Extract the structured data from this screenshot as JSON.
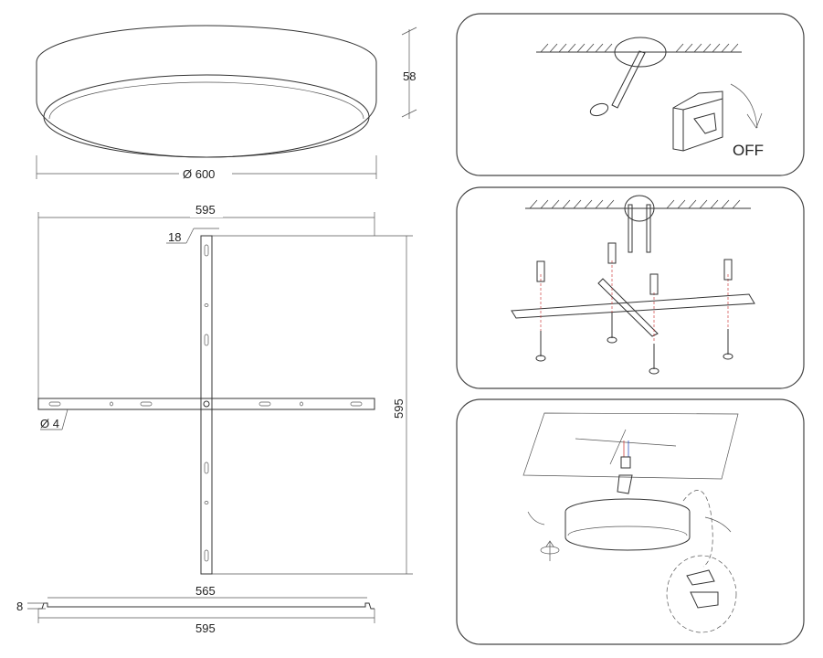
{
  "dimensions": {
    "height_58": "58",
    "diameter_600": "Ø 600",
    "width_595_top": "595",
    "bar_width_18": "18",
    "hole_diameter_4": "Ø 4",
    "height_595_side": "595",
    "length_565": "565",
    "thickness_8": "8",
    "length_595_bottom": "595"
  },
  "steps": {
    "step1_label": "OFF"
  },
  "colors": {
    "line": "#333333",
    "wire_red": "#d04040",
    "wire_blue": "#3050c0"
  }
}
